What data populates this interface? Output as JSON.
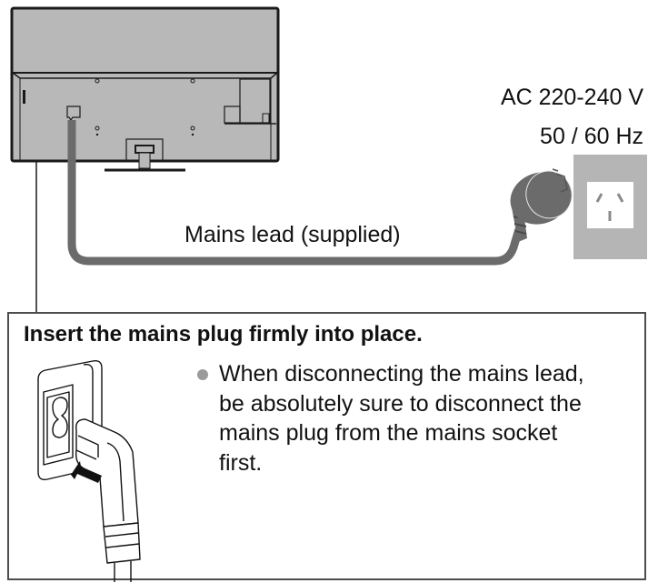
{
  "power_spec": {
    "voltage": "AC 220-240 V",
    "frequency": "50 / 60 Hz"
  },
  "cable": {
    "label": "Mains lead (supplied)"
  },
  "instruction_box": {
    "title": "Insert the mains plug firmly into place.",
    "bullets": [
      {
        "lines": [
          "When disconnecting the mains lead,",
          "be absolutely sure to disconnect the",
          "mains plug from the mains socket",
          "first."
        ]
      }
    ]
  },
  "illustration": {
    "items": [
      "tv-rear-view",
      "mains-lead",
      "wall-socket",
      "plug",
      "ac-inlet-closeup",
      "insert-arrow"
    ]
  },
  "colors": {
    "tv_body": "#b8b8b8",
    "outline": "#1a1a1a",
    "cable": "#6b6b6b",
    "socket_plate": "#b5b5b5",
    "box_border": "#4d4d4d",
    "bullet": "#9a9a9a"
  }
}
